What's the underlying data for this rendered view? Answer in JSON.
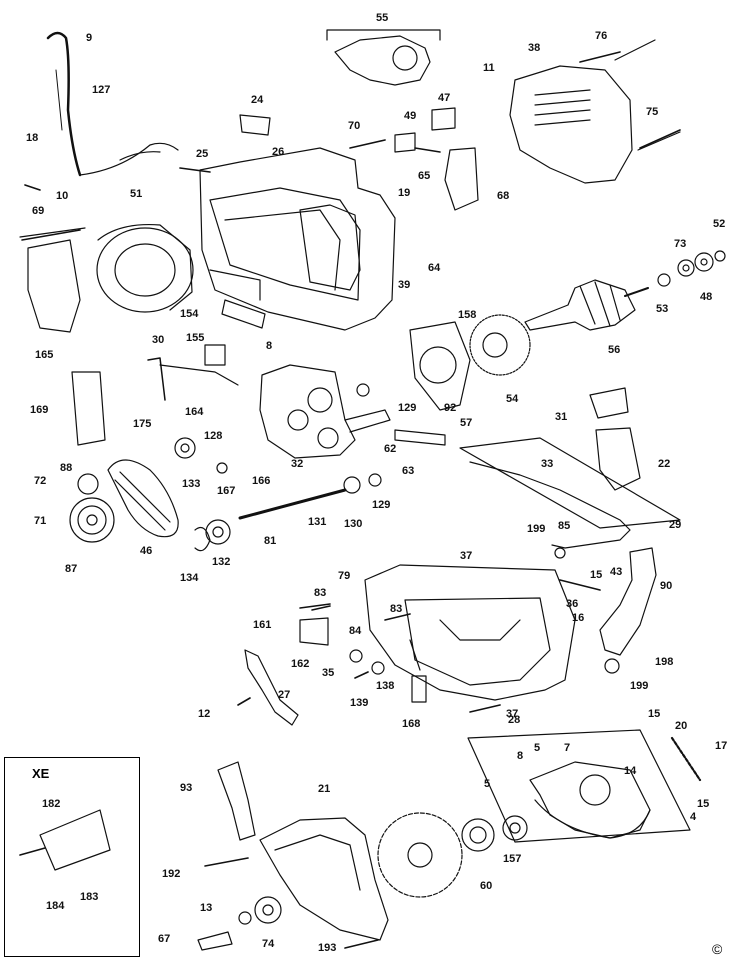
{
  "figure": {
    "inset_title": "XE",
    "copyright": "©",
    "callouts": [
      "9",
      "127",
      "55",
      "76",
      "38",
      "11",
      "47",
      "24",
      "49",
      "70",
      "75",
      "18",
      "10",
      "25",
      "26",
      "65",
      "19",
      "68",
      "69",
      "51",
      "64",
      "73",
      "52",
      "39",
      "48",
      "53",
      "154",
      "158",
      "155",
      "30",
      "8",
      "56",
      "165",
      "54",
      "92",
      "129",
      "169",
      "175",
      "164",
      "128",
      "62",
      "57",
      "31",
      "88",
      "133",
      "167",
      "166",
      "63",
      "22",
      "33",
      "32",
      "72",
      "130",
      "129b",
      "71",
      "131",
      "29",
      "46",
      "199",
      "85",
      "87",
      "132",
      "134",
      "81",
      "37",
      "79",
      "83",
      "15",
      "43",
      "36",
      "161",
      "84",
      "83b",
      "90",
      "16",
      "35",
      "162",
      "138",
      "27",
      "198",
      "199b",
      "139",
      "168",
      "12",
      "37b",
      "28",
      "15b",
      "20",
      "17",
      "5",
      "8b",
      "7",
      "14",
      "5b",
      "15c",
      "4",
      "93",
      "21",
      "182",
      "60",
      "157",
      "192",
      "184",
      "183",
      "13",
      "74",
      "67",
      "193"
    ]
  }
}
